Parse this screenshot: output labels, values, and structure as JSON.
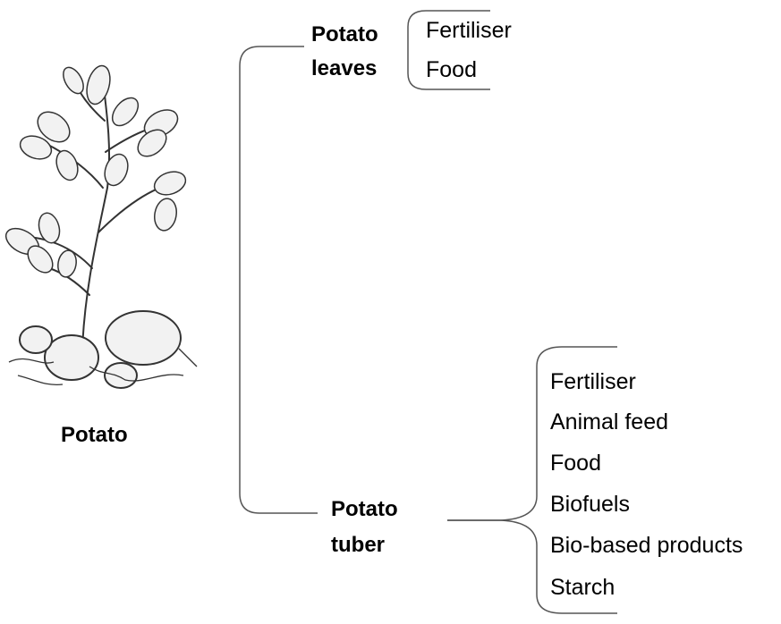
{
  "plant": {
    "label": "Potato",
    "illustration_icon": "potato-plant-icon"
  },
  "leaves": {
    "title_line1": "Potato",
    "title_line2": "leaves",
    "uses": [
      "Fertiliser",
      "Food"
    ]
  },
  "tuber": {
    "title_line1": "Potato",
    "title_line2": "tuber",
    "uses": [
      "Fertiliser",
      "Animal feed",
      "Food",
      "Biofuels",
      "Bio-based products",
      "Starch"
    ]
  },
  "colors": {
    "line": "#555555",
    "leaf_fill": "#f2f2f2",
    "ink": "#333333"
  }
}
